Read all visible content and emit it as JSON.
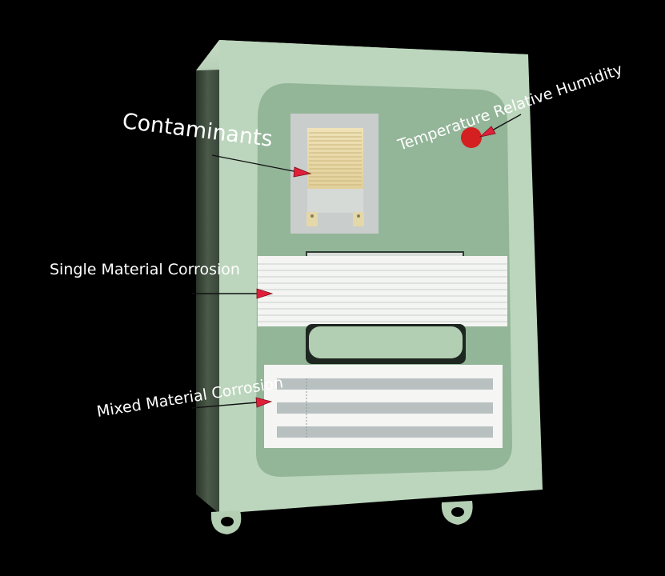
{
  "labels": {
    "contaminants": "Contaminants",
    "temperature_humidity": "Temperature Relative Humidity",
    "single_material": "Single Material Corrosion",
    "mixed_material": "Mixed Material Corrosion"
  },
  "colors": {
    "background": "#000000",
    "enclosure_front": "#bcd6bd",
    "enclosure_side": "#3a4a3a",
    "panel": "#93b598",
    "sensor_red": "#d42020",
    "arrow_red": "#e0203a",
    "coupon_gold": "#e8d9a8",
    "strip_gray": "#b8c0c0"
  }
}
